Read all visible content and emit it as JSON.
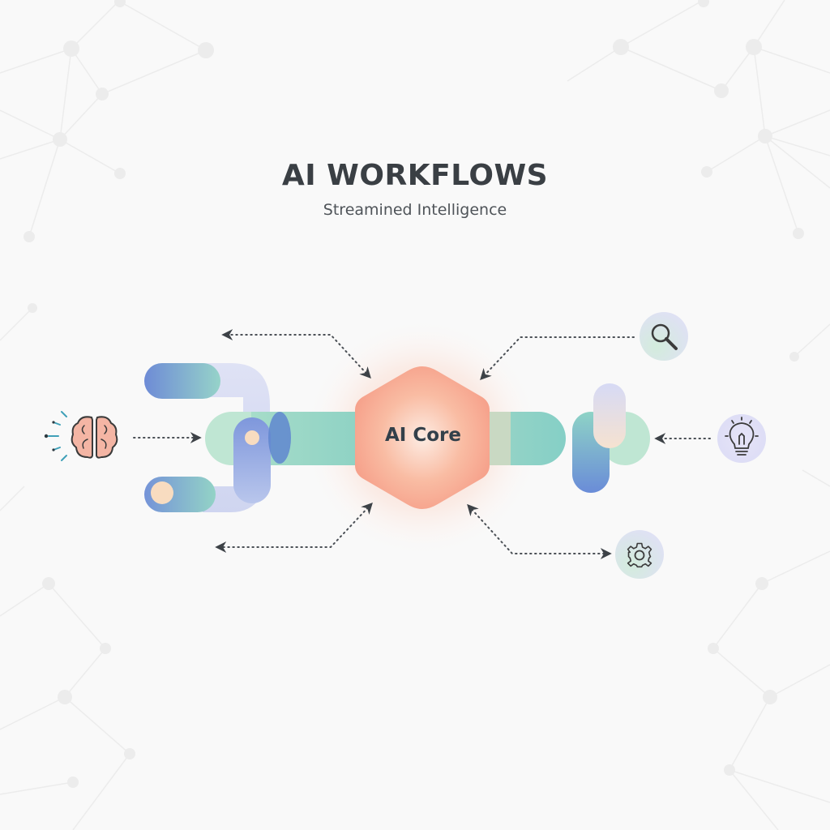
{
  "header": {
    "title": "AI WORKFLOWS",
    "subtitle": "Streamined Intelligence"
  },
  "core": {
    "label": "AI Core",
    "color": "#f6a48a"
  },
  "nodes": [
    {
      "id": "brain",
      "icon": "brain-icon",
      "position": "left"
    },
    {
      "id": "search",
      "icon": "search-icon",
      "position": "top-right"
    },
    {
      "id": "idea",
      "icon": "lightbulb-icon",
      "position": "right"
    },
    {
      "id": "settings",
      "icon": "gear-icon",
      "position": "bottom-right"
    }
  ],
  "colors": {
    "blue": "#6b8fd6",
    "teal": "#8fd3c7",
    "mint": "#bfe6d3",
    "lavender": "#d8dcf3",
    "peach": "#f8dcc0",
    "coral": "#f6a48a",
    "arrow": "#3d4247"
  }
}
